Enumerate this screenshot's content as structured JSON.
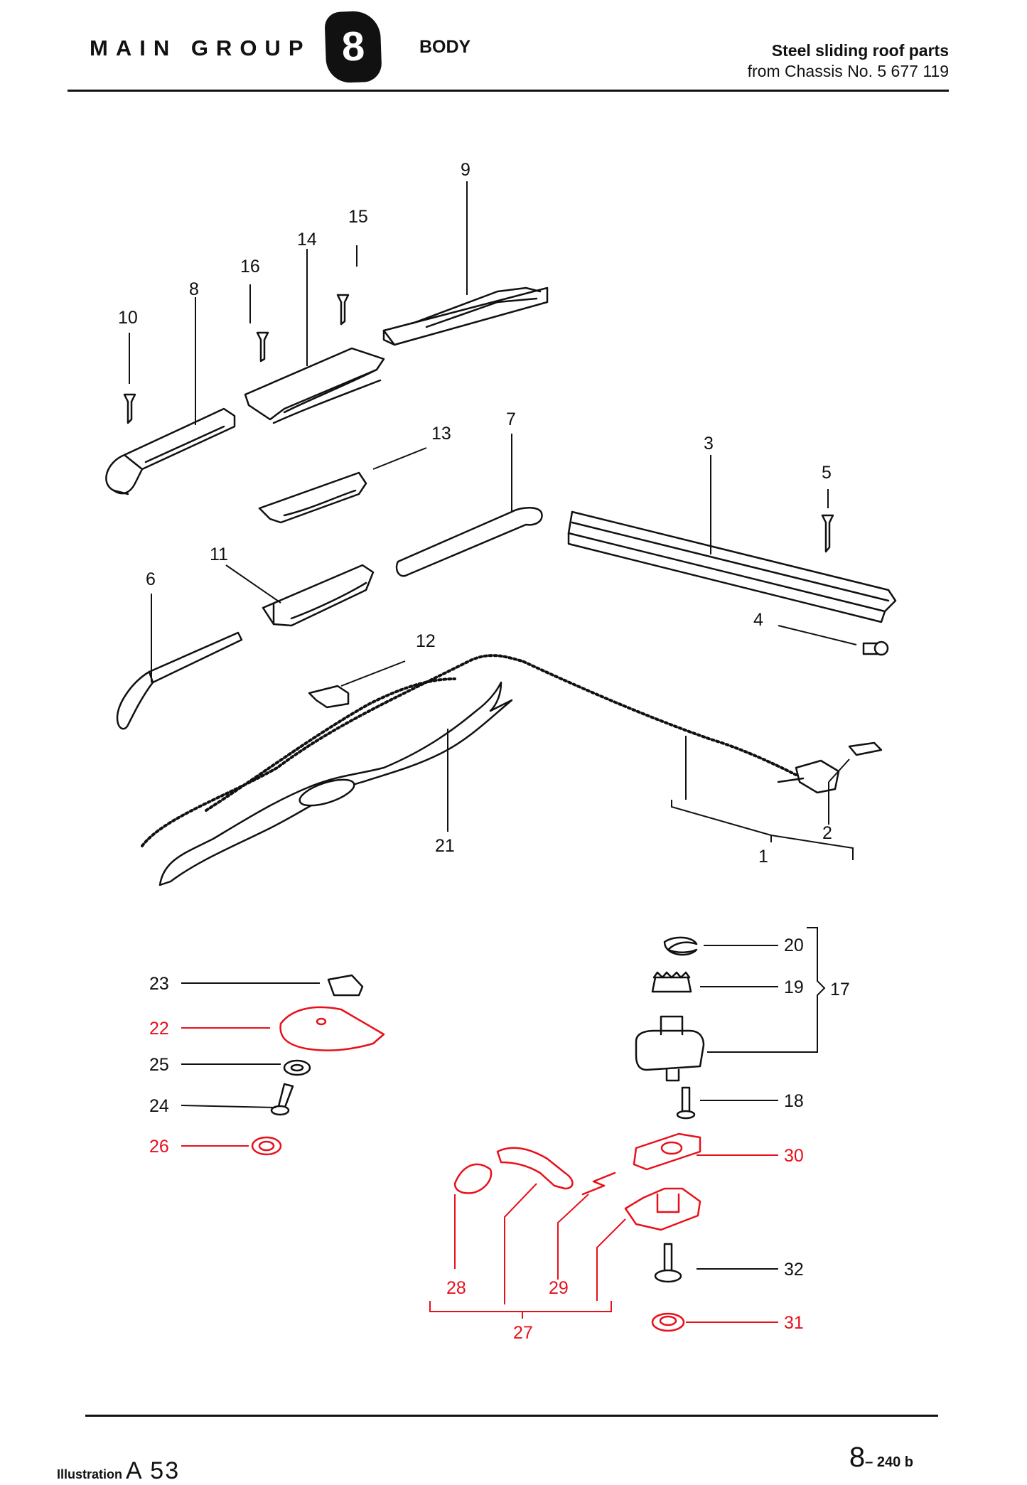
{
  "header": {
    "main_group": "MAIN GROUP",
    "group_number": "8",
    "section": "BODY",
    "title_line1": "Steel sliding roof parts",
    "title_line2": "from Chassis No. 5 677 119"
  },
  "labels": {
    "p1": "1",
    "p2": "2",
    "p3": "3",
    "p4": "4",
    "p5": "5",
    "p6": "6",
    "p7": "7",
    "p8": "8",
    "p9": "9",
    "p10": "10",
    "p11": "11",
    "p12": "12",
    "p13": "13",
    "p14": "14",
    "p15": "15",
    "p16": "16",
    "p17": "17",
    "p18": "18",
    "p19": "19",
    "p20": "20",
    "p21": "21",
    "p22": "22",
    "p23": "23",
    "p24": "24",
    "p25": "25",
    "p26": "26",
    "p27": "27",
    "p28": "28",
    "p29": "29",
    "p30": "30",
    "p31": "31",
    "p32": "32"
  },
  "colors": {
    "ink": "#111111",
    "highlight": "#e8101a"
  },
  "footer": {
    "illustration_label": "Illustration",
    "illustration_code": "A 53",
    "page_main": "8",
    "page_sub": "– 240 b"
  }
}
